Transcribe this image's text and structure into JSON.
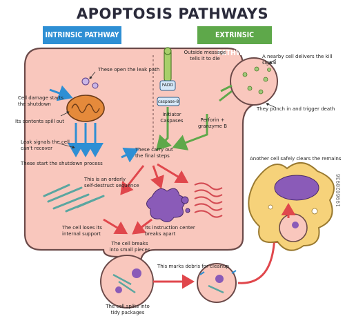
{
  "title": "APOPTOSIS PATHWAYS",
  "pathways": {
    "intrinsic": "INTRINSIC PATHWAY",
    "extrinsic": "EXTRINSIC PATHWAY"
  },
  "labels": {
    "outside_message": "Outside message\ntells it to die",
    "nearby_cell": "A nearby cell delivers the kill signal",
    "open_leak": "These open the leak path",
    "cell_damage": "Cell damage starts\nthe shutdown",
    "fadd": "FADD",
    "caspase8": "caspase-8",
    "initiator": "Initiator\nCaspases",
    "punch": "They punch in and trigger death",
    "perforin": "Perforin +\ngranzyme B",
    "contents_spill": "Its contents spill out",
    "leak_signals": "Leak signals the cell\ncan't recover",
    "start_shutdown": "These start the shutdown process",
    "carry_out": "These carry out\nthe final steps",
    "another_cell": "Another cell safely clears the remains",
    "orderly": "This is an orderly\nself-destruct sequence",
    "loses_support": "The cell loses its\ninternal support",
    "instruction_center": "Its instruction center\nbreaks apart",
    "breaks_small": "The cell breaks\ninto small pieces",
    "marks_debris": "This marks debris for cleanup",
    "splits": "The cell splits into\ntidy packages"
  },
  "watermark": "1996020936",
  "colors": {
    "cell_fill": "#f9c7bd",
    "cell_stroke": "#6b4a49",
    "intrinsic": "#2e8fd4",
    "extrinsic": "#5ea84a",
    "arrow_red": "#e0474c",
    "mito": "#e58a3b",
    "nucleus": "#8a5bb8",
    "macrophage": "#f6d27a"
  }
}
